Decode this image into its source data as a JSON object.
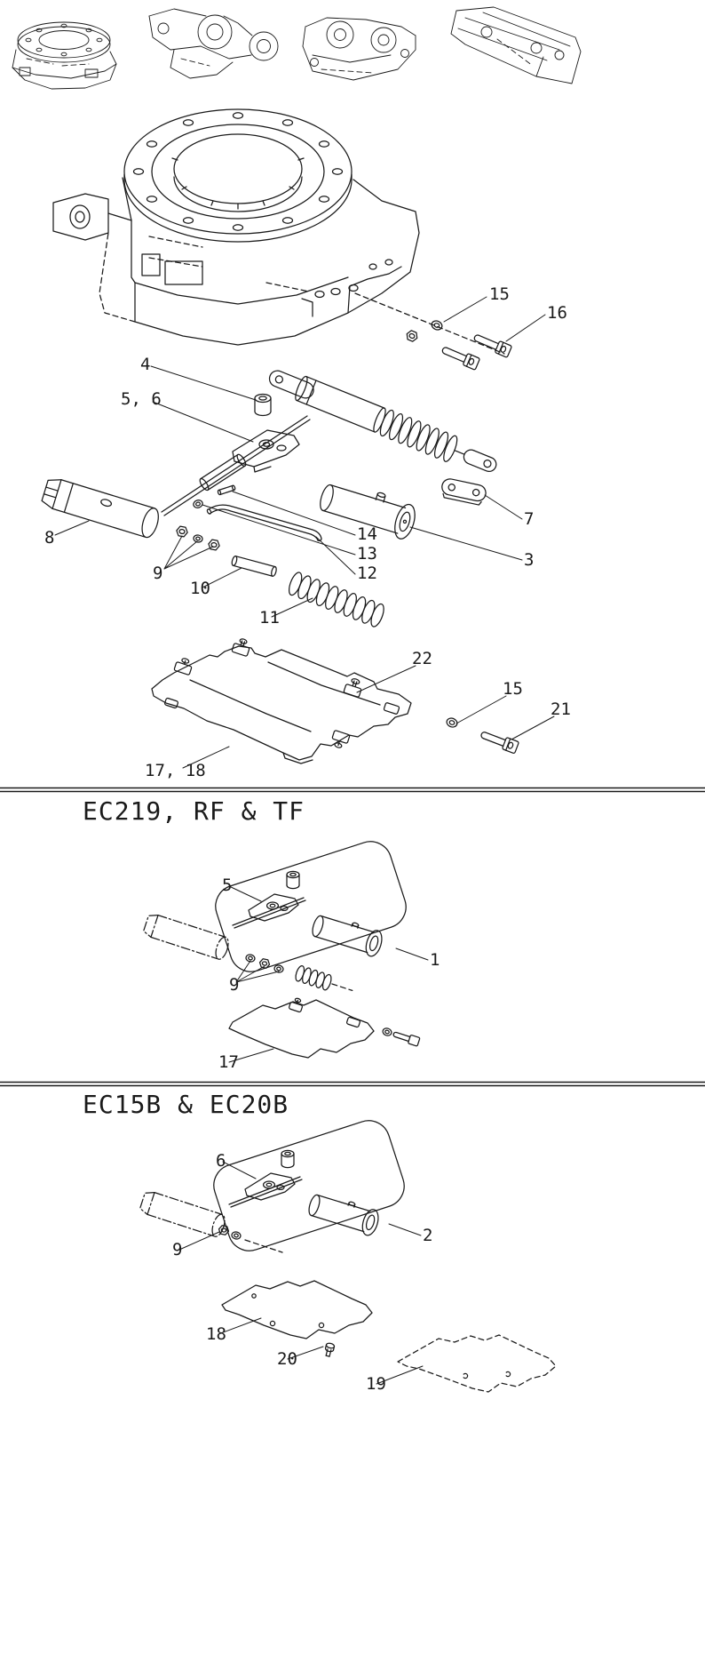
{
  "page": {
    "background": "#ffffff",
    "ink": "#1a1a1a"
  },
  "overview_thumbnails": [
    {
      "name": "swing-bearing-assembly-thumbnail"
    },
    {
      "name": "link-assembly-thumbnail"
    },
    {
      "name": "roller-frame-assembly-thumbnail"
    },
    {
      "name": "frame-assembly-thumbnail"
    }
  ],
  "views": {
    "swing_bearing": {
      "callouts": [
        {
          "label": "15"
        },
        {
          "label": "16"
        }
      ]
    },
    "damper": {
      "callouts": [
        {
          "label": "4"
        },
        {
          "label": "5, 6"
        },
        {
          "label": "7"
        },
        {
          "label": "8"
        },
        {
          "label": "3"
        },
        {
          "label": "14"
        },
        {
          "label": "13"
        },
        {
          "label": "12"
        },
        {
          "label": "9"
        },
        {
          "label": "10"
        },
        {
          "label": "11"
        }
      ]
    },
    "mounting_plate": {
      "callouts": [
        {
          "label": "22"
        },
        {
          "label": "15"
        },
        {
          "label": "21"
        },
        {
          "label": "17, 18"
        }
      ]
    },
    "ec219": {
      "heading": "EC219, RF & TF",
      "callouts": [
        {
          "label": "5"
        },
        {
          "label": "9"
        },
        {
          "label": "1"
        },
        {
          "label": "17"
        }
      ]
    },
    "ec15b": {
      "heading": "EC15B & EC20B",
      "callouts": [
        {
          "label": "6"
        },
        {
          "label": "2"
        },
        {
          "label": "9"
        },
        {
          "label": "18"
        },
        {
          "label": "20"
        },
        {
          "label": "19"
        }
      ]
    }
  }
}
